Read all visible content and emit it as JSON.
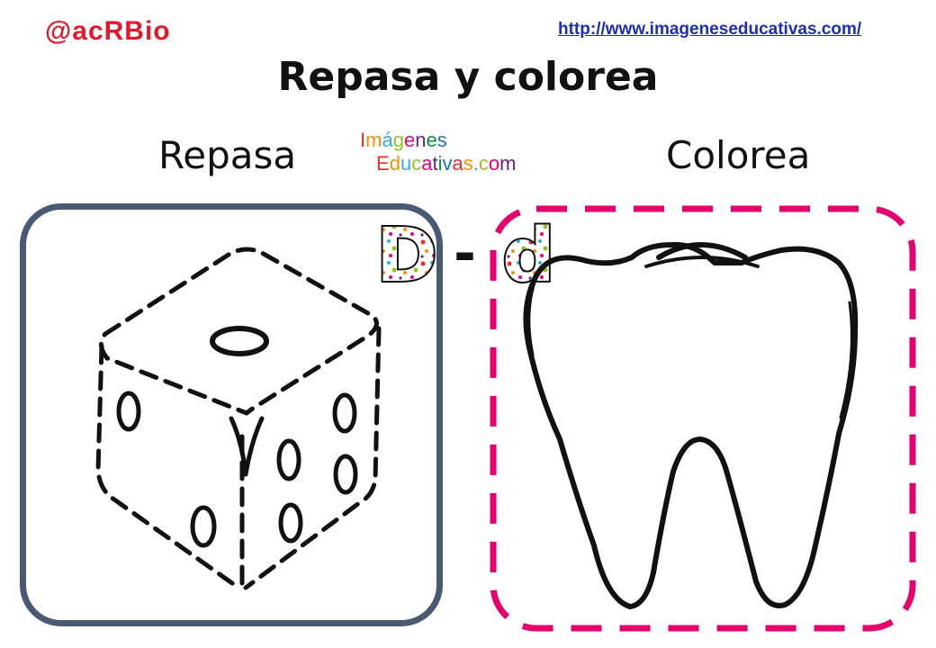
{
  "header": {
    "brand": "@acRBio",
    "url": "http://www.imageneseducativas.com/"
  },
  "title": "Repasa y colorea",
  "sections": {
    "left_label": "Repasa",
    "right_label": "Colorea"
  },
  "logo": {
    "line1": "Imágenes",
    "line2": "Educativas.com"
  },
  "letters": {
    "upper": "D",
    "separator": "-",
    "lower": "d"
  },
  "colors": {
    "brand": "#e0192b",
    "url": "#1a2fb5",
    "left_frame": "#4a5a72",
    "right_frame": "#e6006e"
  },
  "icons": {
    "left": "dice-icon",
    "right": "tooth-icon"
  }
}
